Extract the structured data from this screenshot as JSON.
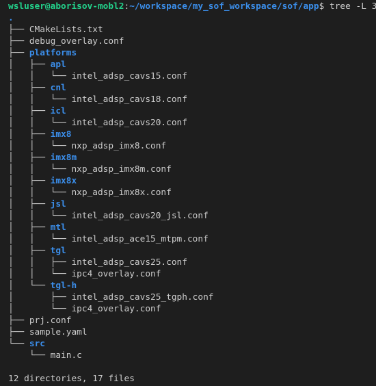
{
  "prompt": {
    "user_host": "wsluser@aborisov-mobl2",
    "separator": ":",
    "cwd": "~/workspace/my_sof_workspace/sof/app",
    "symbol": "$",
    "command": " tree -L 3"
  },
  "tree": [
    {
      "prefix": "",
      "name": ".",
      "type": "dir"
    },
    {
      "prefix": "├── ",
      "name": "CMakeLists.txt",
      "type": "file"
    },
    {
      "prefix": "├── ",
      "name": "debug_overlay.conf",
      "type": "file"
    },
    {
      "prefix": "├── ",
      "name": "platforms",
      "type": "dir"
    },
    {
      "prefix": "│   ├── ",
      "name": "apl",
      "type": "dir"
    },
    {
      "prefix": "│   │   └── ",
      "name": "intel_adsp_cavs15.conf",
      "type": "file"
    },
    {
      "prefix": "│   ├── ",
      "name": "cnl",
      "type": "dir"
    },
    {
      "prefix": "│   │   └── ",
      "name": "intel_adsp_cavs18.conf",
      "type": "file"
    },
    {
      "prefix": "│   ├── ",
      "name": "icl",
      "type": "dir"
    },
    {
      "prefix": "│   │   └── ",
      "name": "intel_adsp_cavs20.conf",
      "type": "file"
    },
    {
      "prefix": "│   ├── ",
      "name": "imx8",
      "type": "dir"
    },
    {
      "prefix": "│   │   └── ",
      "name": "nxp_adsp_imx8.conf",
      "type": "file"
    },
    {
      "prefix": "│   ├── ",
      "name": "imx8m",
      "type": "dir"
    },
    {
      "prefix": "│   │   └── ",
      "name": "nxp_adsp_imx8m.conf",
      "type": "file"
    },
    {
      "prefix": "│   ├── ",
      "name": "imx8x",
      "type": "dir"
    },
    {
      "prefix": "│   │   └── ",
      "name": "nxp_adsp_imx8x.conf",
      "type": "file"
    },
    {
      "prefix": "│   ├── ",
      "name": "jsl",
      "type": "dir"
    },
    {
      "prefix": "│   │   └── ",
      "name": "intel_adsp_cavs20_jsl.conf",
      "type": "file"
    },
    {
      "prefix": "│   ├── ",
      "name": "mtl",
      "type": "dir"
    },
    {
      "prefix": "│   │   └── ",
      "name": "intel_adsp_ace15_mtpm.conf",
      "type": "file"
    },
    {
      "prefix": "│   ├── ",
      "name": "tgl",
      "type": "dir"
    },
    {
      "prefix": "│   │   ├── ",
      "name": "intel_adsp_cavs25.conf",
      "type": "file"
    },
    {
      "prefix": "│   │   └── ",
      "name": "ipc4_overlay.conf",
      "type": "file"
    },
    {
      "prefix": "│   └── ",
      "name": "tgl-h",
      "type": "dir"
    },
    {
      "prefix": "│       ├── ",
      "name": "intel_adsp_cavs25_tgph.conf",
      "type": "file"
    },
    {
      "prefix": "│       └── ",
      "name": "ipc4_overlay.conf",
      "type": "file"
    },
    {
      "prefix": "├── ",
      "name": "prj.conf",
      "type": "file"
    },
    {
      "prefix": "├── ",
      "name": "sample.yaml",
      "type": "file"
    },
    {
      "prefix": "└── ",
      "name": "src",
      "type": "dir"
    },
    {
      "prefix": "    └── ",
      "name": "main.c",
      "type": "file"
    }
  ],
  "summary": "12 directories, 17 files",
  "colors": {
    "background": "#1e1e1e",
    "text": "#cccccc",
    "user_host": "#23d18b",
    "directory": "#3b8eea"
  }
}
